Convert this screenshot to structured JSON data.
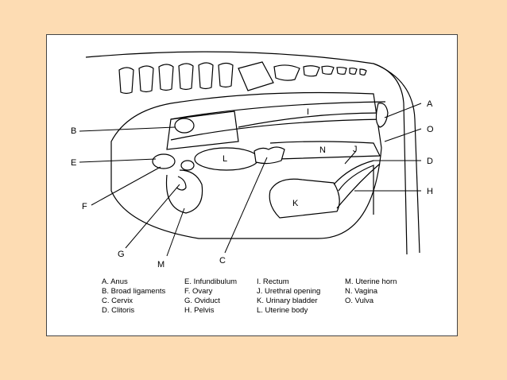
{
  "labels": {
    "A": "A",
    "B": "B",
    "C": "C",
    "D": "D",
    "E": "E",
    "F": "F",
    "G": "G",
    "H": "H",
    "I": "I",
    "J": "J",
    "K": "K",
    "L": "L",
    "M": "M",
    "N": "N",
    "O": "O"
  },
  "legend": {
    "col1": [
      "A.  Anus",
      "B.  Broad ligaments",
      "C.  Cervix",
      "D.  Clitoris"
    ],
    "col2": [
      "E.  Infundibulum",
      "F.  Ovary",
      "G.  Oviduct",
      "H.  Pelvis"
    ],
    "col3": [
      "I.  Rectum",
      "J.  Urethral opening",
      "K.  Urinary bladder",
      "L.  Uterine body"
    ],
    "col4": [
      "M.  Uterine horn",
      "N.  Vagina",
      "O.  Vulva"
    ]
  },
  "colors": {
    "background": "#fddcb3",
    "panel": "#ffffff",
    "ink": "#000000"
  }
}
